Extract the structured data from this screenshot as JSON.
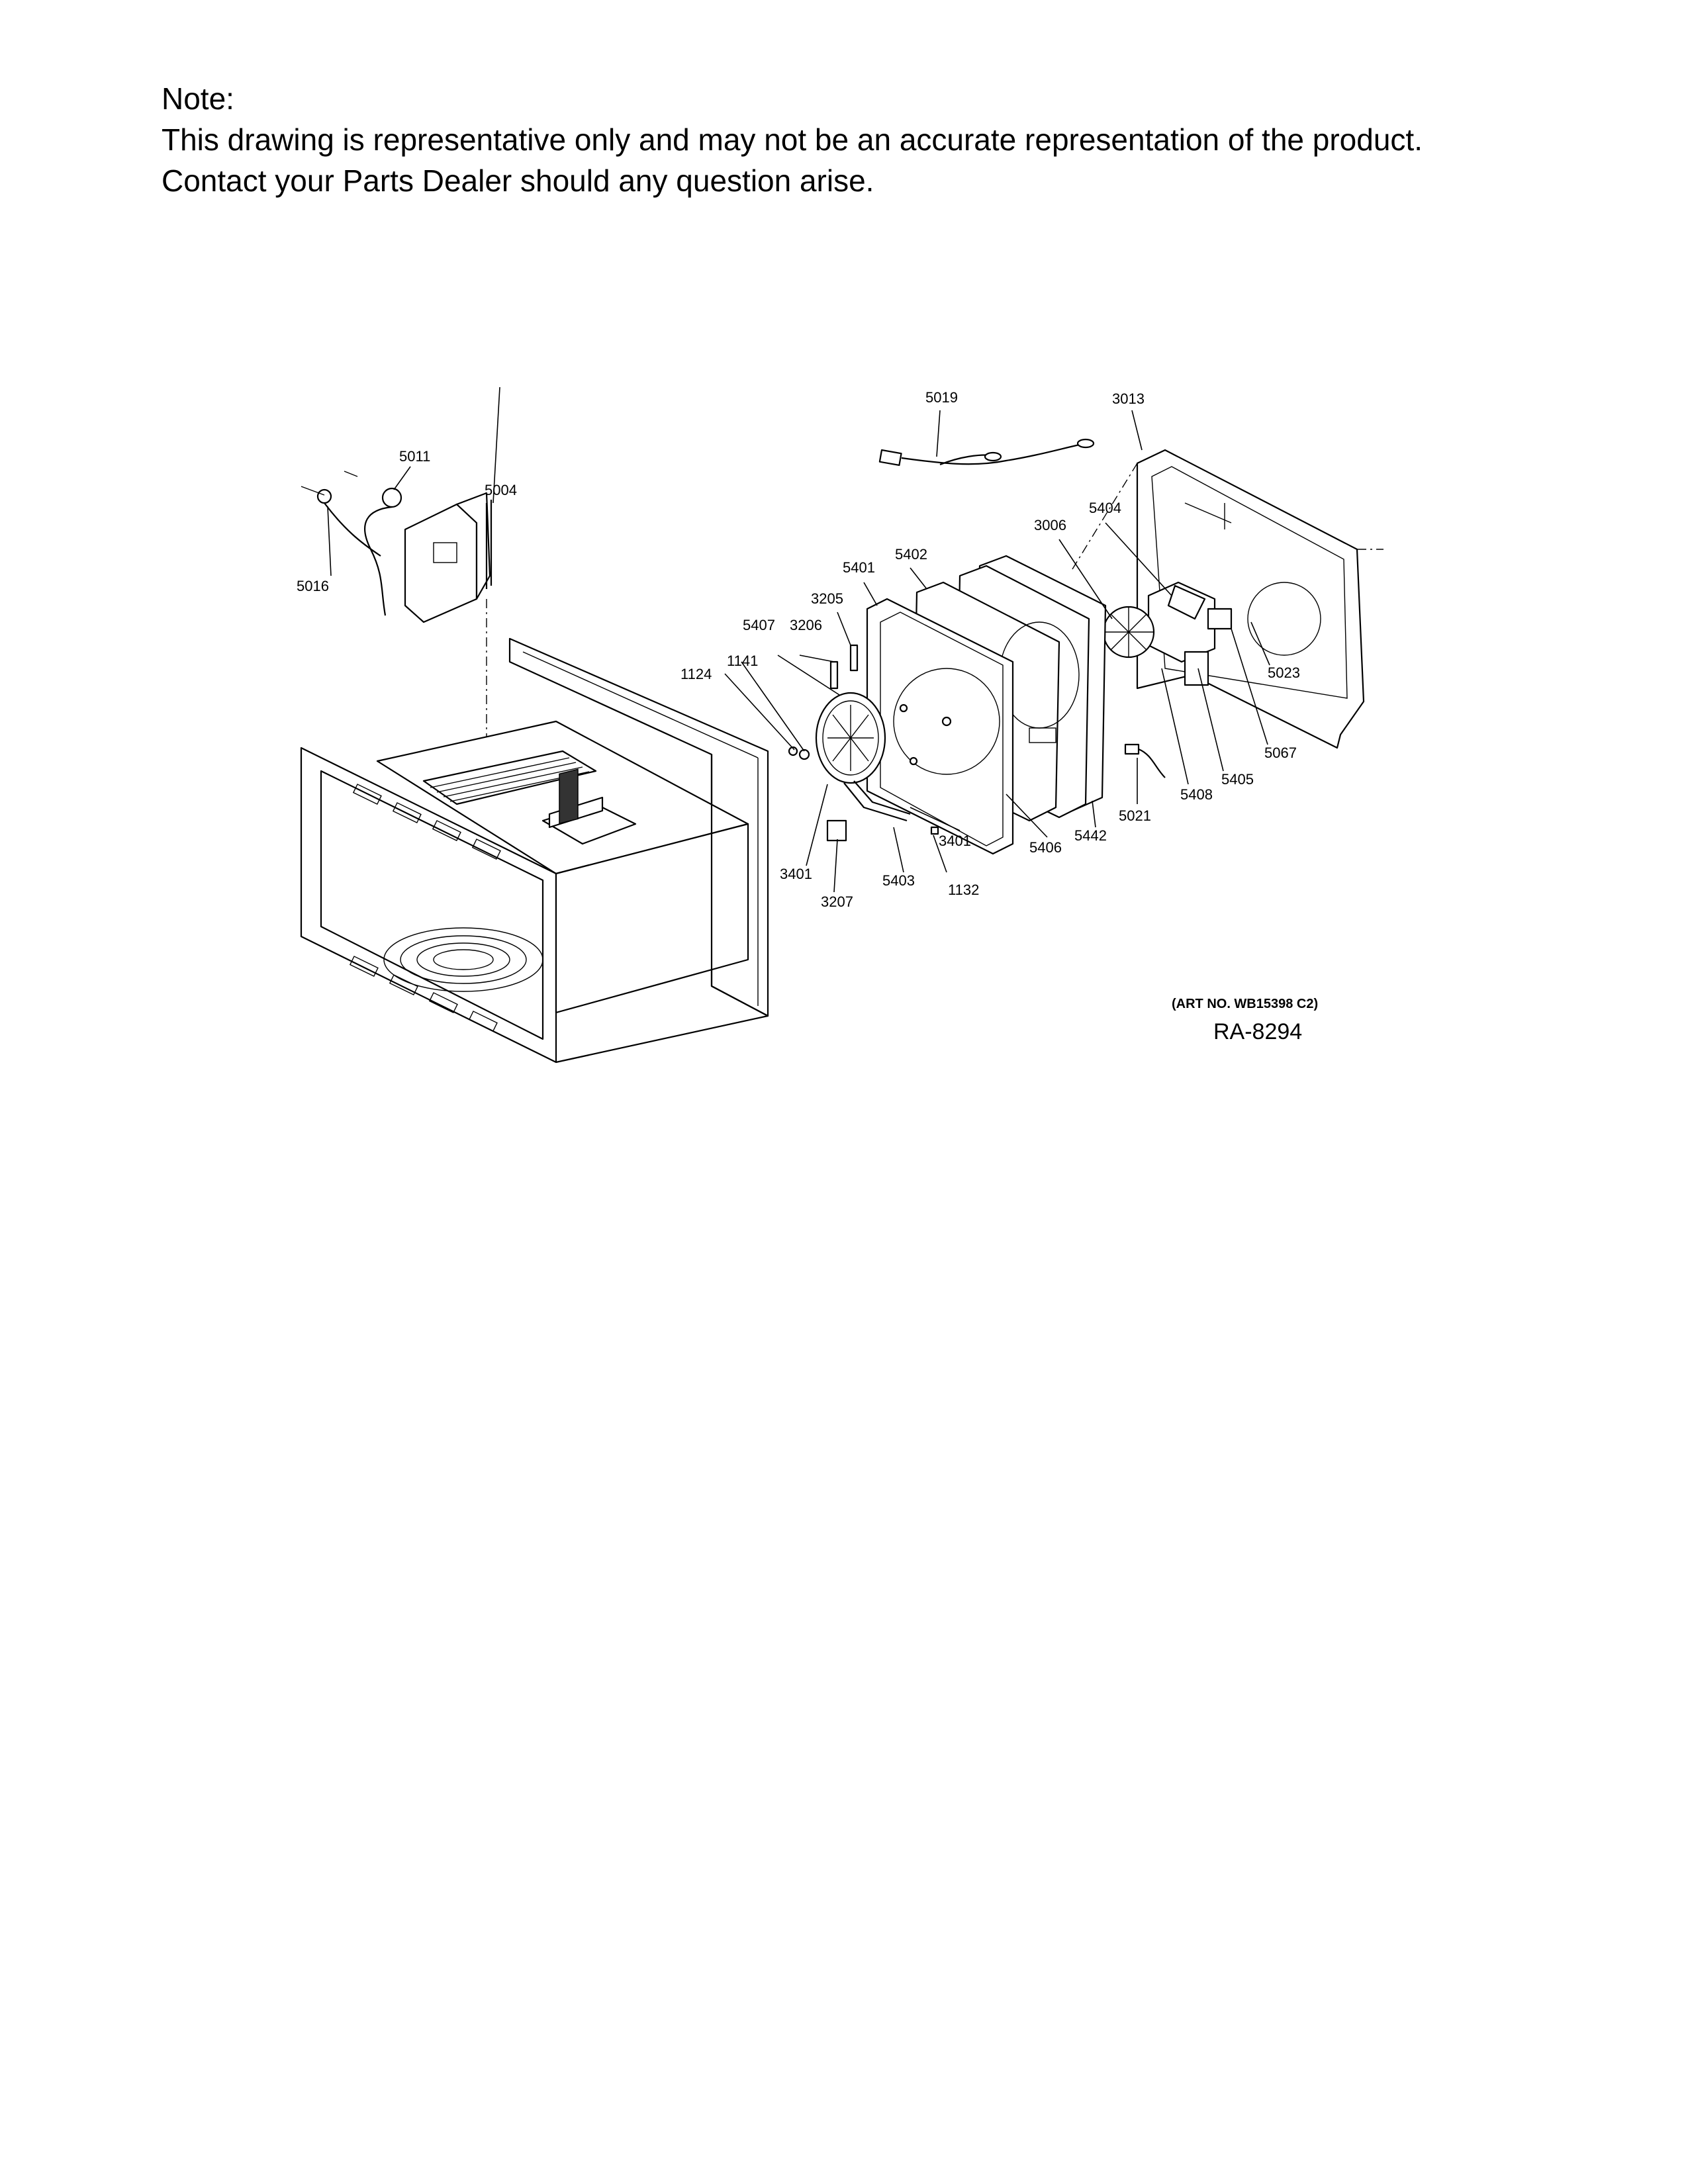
{
  "note": {
    "heading": "Note:",
    "line1": "This drawing is representative only and may not be an accurate representation of the product.",
    "line2": "Contact your Parts Dealer should any question arise."
  },
  "diagram": {
    "part_labels": [
      "5019",
      "3013",
      "5011",
      "5004",
      "5016",
      "5404",
      "3006",
      "5402",
      "5401",
      "3205",
      "5407",
      "3206",
      "1141",
      "1124",
      "5023",
      "5067",
      "5405",
      "5408",
      "5021",
      "5442",
      "5406",
      "3401",
      "3401",
      "5403",
      "1132",
      "3207"
    ],
    "art_number": "(ART NO. WB15398 C2)",
    "ra_number": "RA-8294"
  }
}
